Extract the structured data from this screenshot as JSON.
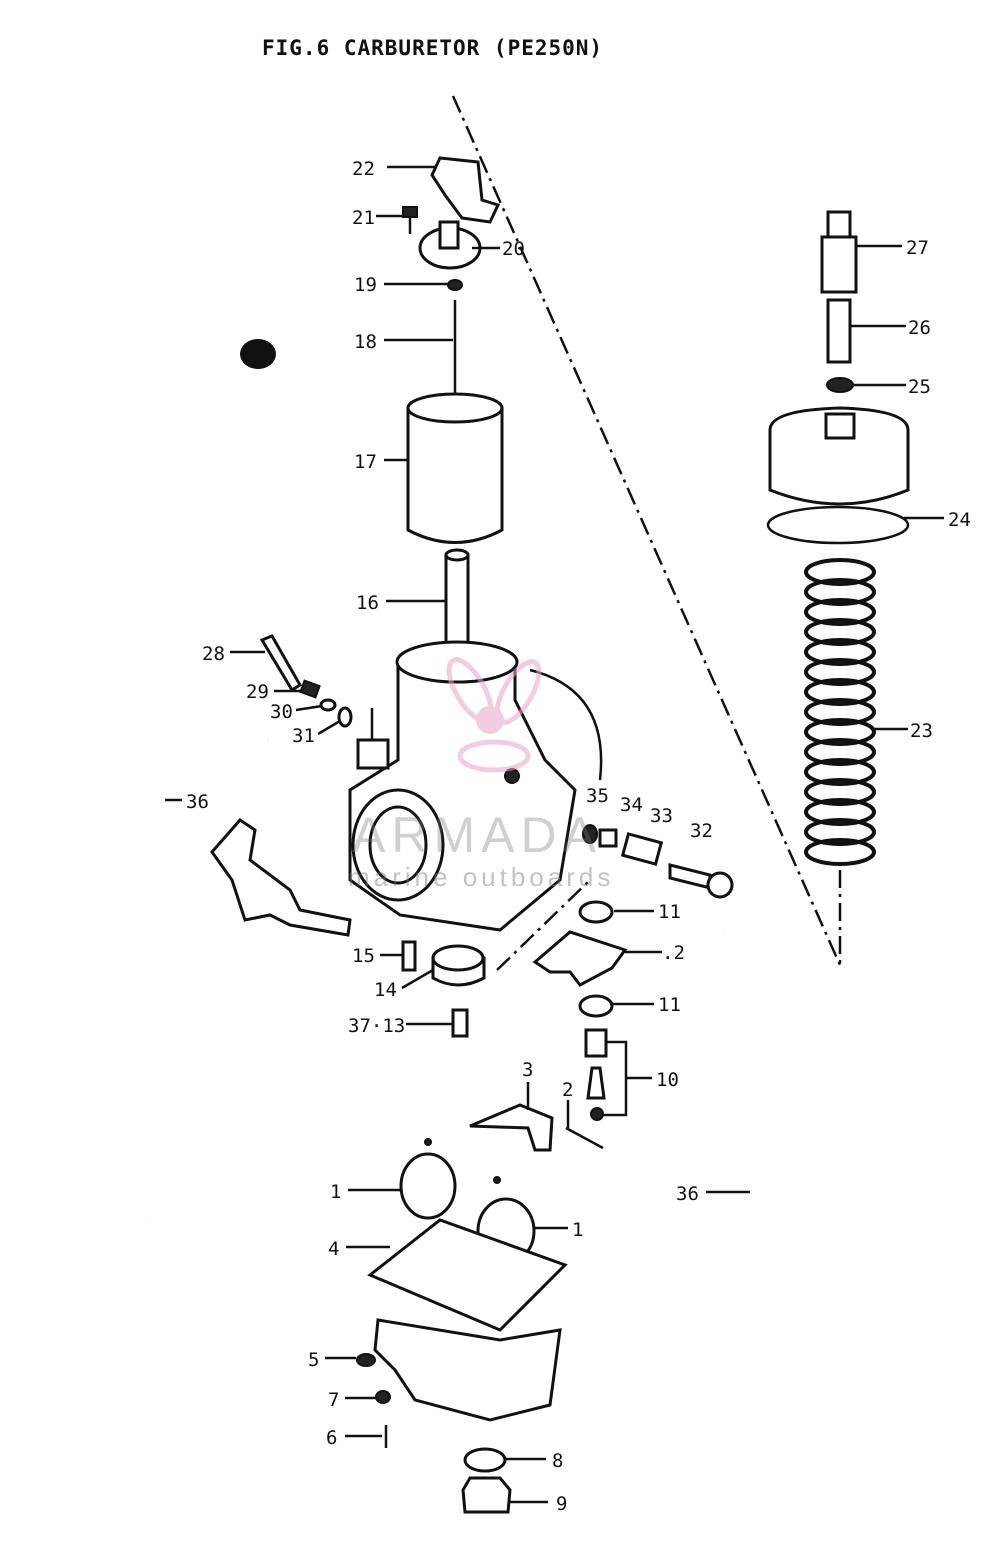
{
  "diagram": {
    "title": "FIG.6  CARBURETOR (PE250N)",
    "watermark": {
      "brand": "ARMADA",
      "tagline": "marine outboards",
      "color": "#e8a4c8"
    },
    "callouts": [
      {
        "id": "c22",
        "text": "22"
      },
      {
        "id": "c21",
        "text": "21"
      },
      {
        "id": "c20",
        "text": "20"
      },
      {
        "id": "c19",
        "text": "19"
      },
      {
        "id": "c18",
        "text": "18"
      },
      {
        "id": "c17",
        "text": "17"
      },
      {
        "id": "c16",
        "text": "16"
      },
      {
        "id": "c27",
        "text": "27"
      },
      {
        "id": "c26",
        "text": "26"
      },
      {
        "id": "c25",
        "text": "25"
      },
      {
        "id": "c24",
        "text": "24"
      },
      {
        "id": "c23",
        "text": "23"
      },
      {
        "id": "c28",
        "text": "28"
      },
      {
        "id": "c29",
        "text": "29"
      },
      {
        "id": "c30",
        "text": "30"
      },
      {
        "id": "c31",
        "text": "31"
      },
      {
        "id": "c36a",
        "text": "36"
      },
      {
        "id": "c35",
        "text": "35"
      },
      {
        "id": "c34",
        "text": "34"
      },
      {
        "id": "c33",
        "text": "33"
      },
      {
        "id": "c32",
        "text": "32"
      },
      {
        "id": "c11a",
        "text": "11"
      },
      {
        "id": "c12",
        "text": ".2"
      },
      {
        "id": "c15",
        "text": "15"
      },
      {
        "id": "c14",
        "text": "14"
      },
      {
        "id": "c11b",
        "text": "11"
      },
      {
        "id": "c3713",
        "text": "37·13"
      },
      {
        "id": "c10",
        "text": "10"
      },
      {
        "id": "c3",
        "text": "3"
      },
      {
        "id": "c2",
        "text": "2"
      },
      {
        "id": "c36b",
        "text": "36"
      },
      {
        "id": "c1a",
        "text": "1"
      },
      {
        "id": "c1b",
        "text": "1"
      },
      {
        "id": "c4",
        "text": "4"
      },
      {
        "id": "c5",
        "text": "5"
      },
      {
        "id": "c7",
        "text": "7"
      },
      {
        "id": "c6",
        "text": "6"
      },
      {
        "id": "c8",
        "text": "8"
      },
      {
        "id": "c9",
        "text": "9"
      }
    ]
  }
}
